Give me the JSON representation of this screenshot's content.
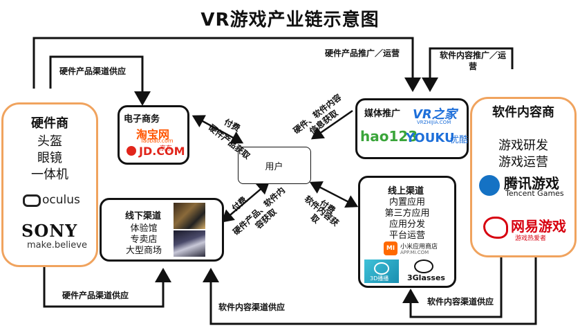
{
  "title": "VR游戏产业链示意图",
  "hardware": {
    "heading": "硬件商",
    "items": [
      "头盔",
      "眼镜",
      "一体机"
    ],
    "logos": {
      "oculus": "oculus",
      "sony": "SONY",
      "sony_tagline": "make.believe"
    }
  },
  "ecommerce": {
    "heading": "电子商务",
    "logos": {
      "taobao": "淘宝网",
      "taobao_sub": "Taobao.com",
      "jd": "JD.COM",
      "jd_cn": "京东"
    }
  },
  "user": {
    "label": "用户"
  },
  "media": {
    "heading": "媒体推广",
    "logos": {
      "vrzhijia": "VR之家",
      "vrzhijia_sub": "VRZHIJIA.COM",
      "hao123": "hao123",
      "youku": "YOUKU",
      "youku_cn": "优酷"
    }
  },
  "software": {
    "heading": "软件内容商",
    "items": [
      "游戏研发",
      "游戏运营"
    ],
    "logos": {
      "tencent": "腾讯游戏",
      "tencent_en": "Tencent Games",
      "netease": "网易游戏",
      "netease_sub": "游戏热爱者"
    }
  },
  "offline": {
    "heading": "线下渠道",
    "items": [
      "体验馆",
      "专卖店",
      "大型商场"
    ]
  },
  "online": {
    "heading": "线上渠道",
    "items": [
      "内置应用",
      "第三方应用",
      "应用分发",
      "平台运营"
    ],
    "logos": {
      "mi": "MI",
      "mi_store": "小米应用商店",
      "mi_url": "APP.MI.COM",
      "d3": "3D播播",
      "glasses": "3Glasses"
    }
  },
  "labels": {
    "hw_channel_supply_top": "硬件产品渠道供应",
    "hw_promo": "硬件产品推广／运营",
    "sw_promo": "软件内容推广／运营",
    "pay1": "付费",
    "hw_get1": "硬件产品获取",
    "info_get": "硬件、软件内容信息获取",
    "pay2": "付费",
    "hw_sw_get": "硬件产品、软件内容获取",
    "pay3": "付费",
    "sw_get": "软件内容获取",
    "hw_channel_supply_bottom": "硬件产品渠道供应",
    "sw_channel_supply_bottom": "软件内容渠道供应",
    "sw_channel_supply_right": "软件内容渠道供应"
  },
  "colors": {
    "orange_border": "#f0a35e",
    "taobao_orange": "#ff5500",
    "jd_red": "#e1251b",
    "youku_blue": "#1e6fd9",
    "tencent_blue": "#1572c4",
    "netease_red": "#d7000f",
    "mi_orange": "#ff6900"
  }
}
